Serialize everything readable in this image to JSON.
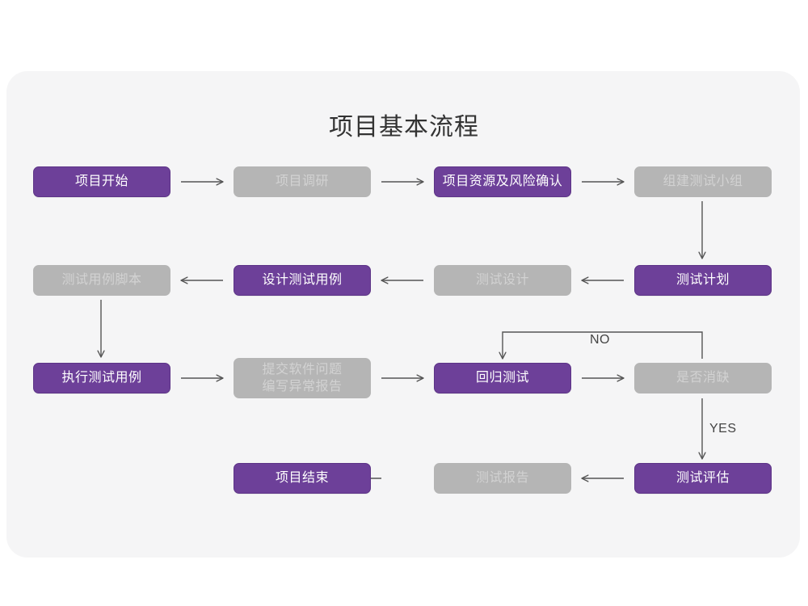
{
  "page": {
    "title": "项目基本流程",
    "background": "#ffffff",
    "card_background": "#f5f5f6"
  },
  "palette": {
    "purple": "#6d4099",
    "purple_border": "#5d3487",
    "purple_text": "#ffffff",
    "gray": "#b5b5b5",
    "gray_text": "#d2d2d2",
    "arrow": "#555555",
    "title_text": "#333333",
    "label_text": "#444444"
  },
  "chart_data": {
    "type": "diagram",
    "title": "项目基本流程",
    "nodes": [
      {
        "id": "n1",
        "label": "项目开始",
        "style": "purple",
        "row": 1,
        "col": 1
      },
      {
        "id": "n2",
        "label": "项目调研",
        "style": "gray",
        "row": 1,
        "col": 2
      },
      {
        "id": "n3",
        "label": "项目资源及风险确认",
        "style": "purple",
        "row": 1,
        "col": 3
      },
      {
        "id": "n4",
        "label": "组建测试小组",
        "style": "gray",
        "row": 1,
        "col": 4
      },
      {
        "id": "n5",
        "label": "测试用例脚本",
        "style": "gray",
        "row": 2,
        "col": 1
      },
      {
        "id": "n6",
        "label": "设计测试用例",
        "style": "purple",
        "row": 2,
        "col": 2
      },
      {
        "id": "n7",
        "label": "测试设计",
        "style": "gray",
        "row": 2,
        "col": 3
      },
      {
        "id": "n8",
        "label": "测试计划",
        "style": "purple",
        "row": 2,
        "col": 4
      },
      {
        "id": "n9",
        "label": "执行测试用例",
        "style": "purple",
        "row": 3,
        "col": 1
      },
      {
        "id": "n10",
        "label": "提交软件问题\n编写异常报告",
        "style": "gray",
        "row": 3,
        "col": 2
      },
      {
        "id": "n11",
        "label": "回归测试",
        "style": "purple",
        "row": 3,
        "col": 3
      },
      {
        "id": "n12",
        "label": "是否消缺",
        "style": "gray",
        "row": 3,
        "col": 4
      },
      {
        "id": "n13",
        "label": "项目结束",
        "style": "purple",
        "row": 4,
        "col": 2
      },
      {
        "id": "n14",
        "label": "测试报告",
        "style": "gray",
        "row": 4,
        "col": 3
      },
      {
        "id": "n15",
        "label": "测试评估",
        "style": "purple",
        "row": 4,
        "col": 4
      }
    ],
    "edges": [
      {
        "from": "n1",
        "to": "n2",
        "dir": "right",
        "label": ""
      },
      {
        "from": "n2",
        "to": "n3",
        "dir": "right",
        "label": ""
      },
      {
        "from": "n3",
        "to": "n4",
        "dir": "right",
        "label": ""
      },
      {
        "from": "n4",
        "to": "n8",
        "dir": "down",
        "label": ""
      },
      {
        "from": "n8",
        "to": "n7",
        "dir": "left",
        "label": ""
      },
      {
        "from": "n7",
        "to": "n6",
        "dir": "left",
        "label": ""
      },
      {
        "from": "n6",
        "to": "n5",
        "dir": "left",
        "label": ""
      },
      {
        "from": "n5",
        "to": "n9",
        "dir": "down",
        "label": ""
      },
      {
        "from": "n9",
        "to": "n10",
        "dir": "right",
        "label": ""
      },
      {
        "from": "n10",
        "to": "n11",
        "dir": "right",
        "label": ""
      },
      {
        "from": "n11",
        "to": "n12",
        "dir": "right",
        "label": ""
      },
      {
        "from": "n12",
        "to": "n11",
        "dir": "loop-up-left",
        "label": "NO"
      },
      {
        "from": "n12",
        "to": "n15",
        "dir": "down",
        "label": "YES"
      },
      {
        "from": "n15",
        "to": "n14",
        "dir": "left",
        "label": ""
      },
      {
        "from": "n14",
        "to": "n13",
        "dir": "left",
        "label": ""
      }
    ],
    "edge_labels": {
      "no": "NO",
      "yes": "YES"
    }
  }
}
